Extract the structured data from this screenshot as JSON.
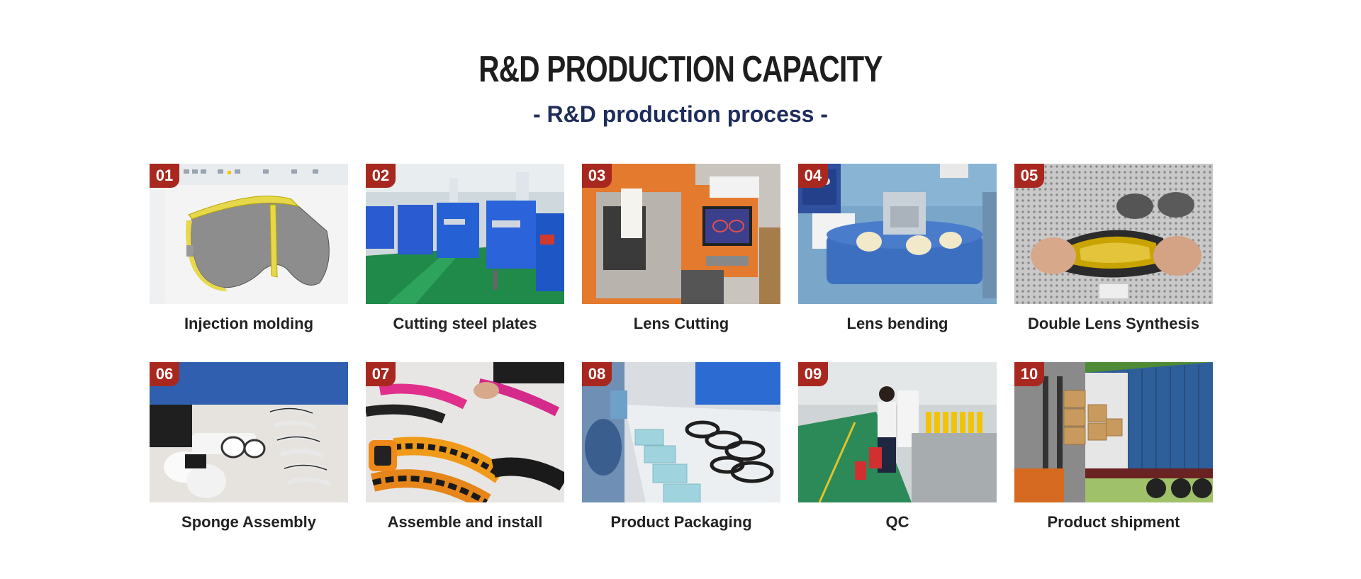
{
  "header": {
    "title": "R&D PRODUCTION CAPACITY",
    "subtitle": "- R&D production process -"
  },
  "steps": [
    {
      "number": "01",
      "label": "Injection molding",
      "image": "cad-model-goggle"
    },
    {
      "number": "02",
      "label": "Cutting steel plates",
      "image": "blue-machines-factory"
    },
    {
      "number": "03",
      "label": "Lens Cutting",
      "image": "orange-cnc-machine"
    },
    {
      "number": "04",
      "label": "Lens bending",
      "image": "blue-bending-machine"
    },
    {
      "number": "05",
      "label": "Double Lens Synthesis",
      "image": "hands-holding-goggle-lens"
    },
    {
      "number": "06",
      "label": "Sponge Assembly",
      "image": "gloved-hands-sponge"
    },
    {
      "number": "07",
      "label": "Assemble and install",
      "image": "colorful-straps"
    },
    {
      "number": "08",
      "label": "Product Packaging",
      "image": "packaging-boxes"
    },
    {
      "number": "09",
      "label": "QC",
      "image": "qc-workshop"
    },
    {
      "number": "10",
      "label": "Product shipment",
      "image": "container-truck-loading"
    }
  ],
  "colors": {
    "badge": "#a8281f",
    "subtitle": "#1f2d5c",
    "title": "#1e1e1e"
  }
}
